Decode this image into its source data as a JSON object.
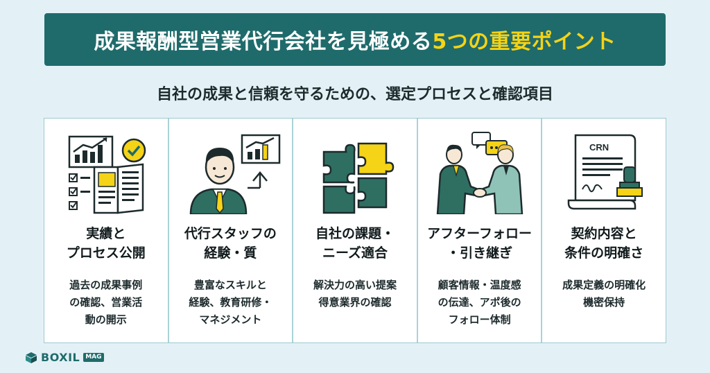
{
  "header": {
    "title_main": "成果報酬型営業代行会社を見極める",
    "title_accent": "5つの重要ポイント",
    "subtitle": "自社の成果と信頼を守るための、選定プロセスと確認項目"
  },
  "cards": [
    {
      "icon": "report-chart-icon",
      "title": [
        "実績と",
        "プロセス公開"
      ],
      "desc": [
        "過去の成果事例",
        "の確認、営業活",
        "動の開示"
      ]
    },
    {
      "icon": "staff-chart-icon",
      "title": [
        "代行スタッフの",
        "経験・質"
      ],
      "desc": [
        "豊富なスキルと",
        "経験、教育研修・",
        "マネジメント"
      ]
    },
    {
      "icon": "puzzle-icon",
      "title": [
        "自社の課題・",
        "ニーズ適合"
      ],
      "desc": [
        "解決力の高い提案",
        "得意業界の確認"
      ]
    },
    {
      "icon": "handshake-icon",
      "title": [
        "アフターフォロー",
        "・引き継ぎ"
      ],
      "desc": [
        "顧客情報・温度感",
        "の伝達、アポ後の",
        "フォロー体制"
      ]
    },
    {
      "icon": "contract-stamp-icon",
      "icon_label": "CRN",
      "title": [
        "契約内容と",
        "条件の明確さ"
      ],
      "desc": [
        "成果定義の明確化",
        "機密保持"
      ]
    }
  ],
  "footer": {
    "logo_text": "BOXIL",
    "logo_badge": "MAG"
  },
  "colors": {
    "background": "#e3f1f6",
    "banner": "#1f6b6b",
    "accent": "#f5d316",
    "card_border": "#a9d2d7"
  }
}
